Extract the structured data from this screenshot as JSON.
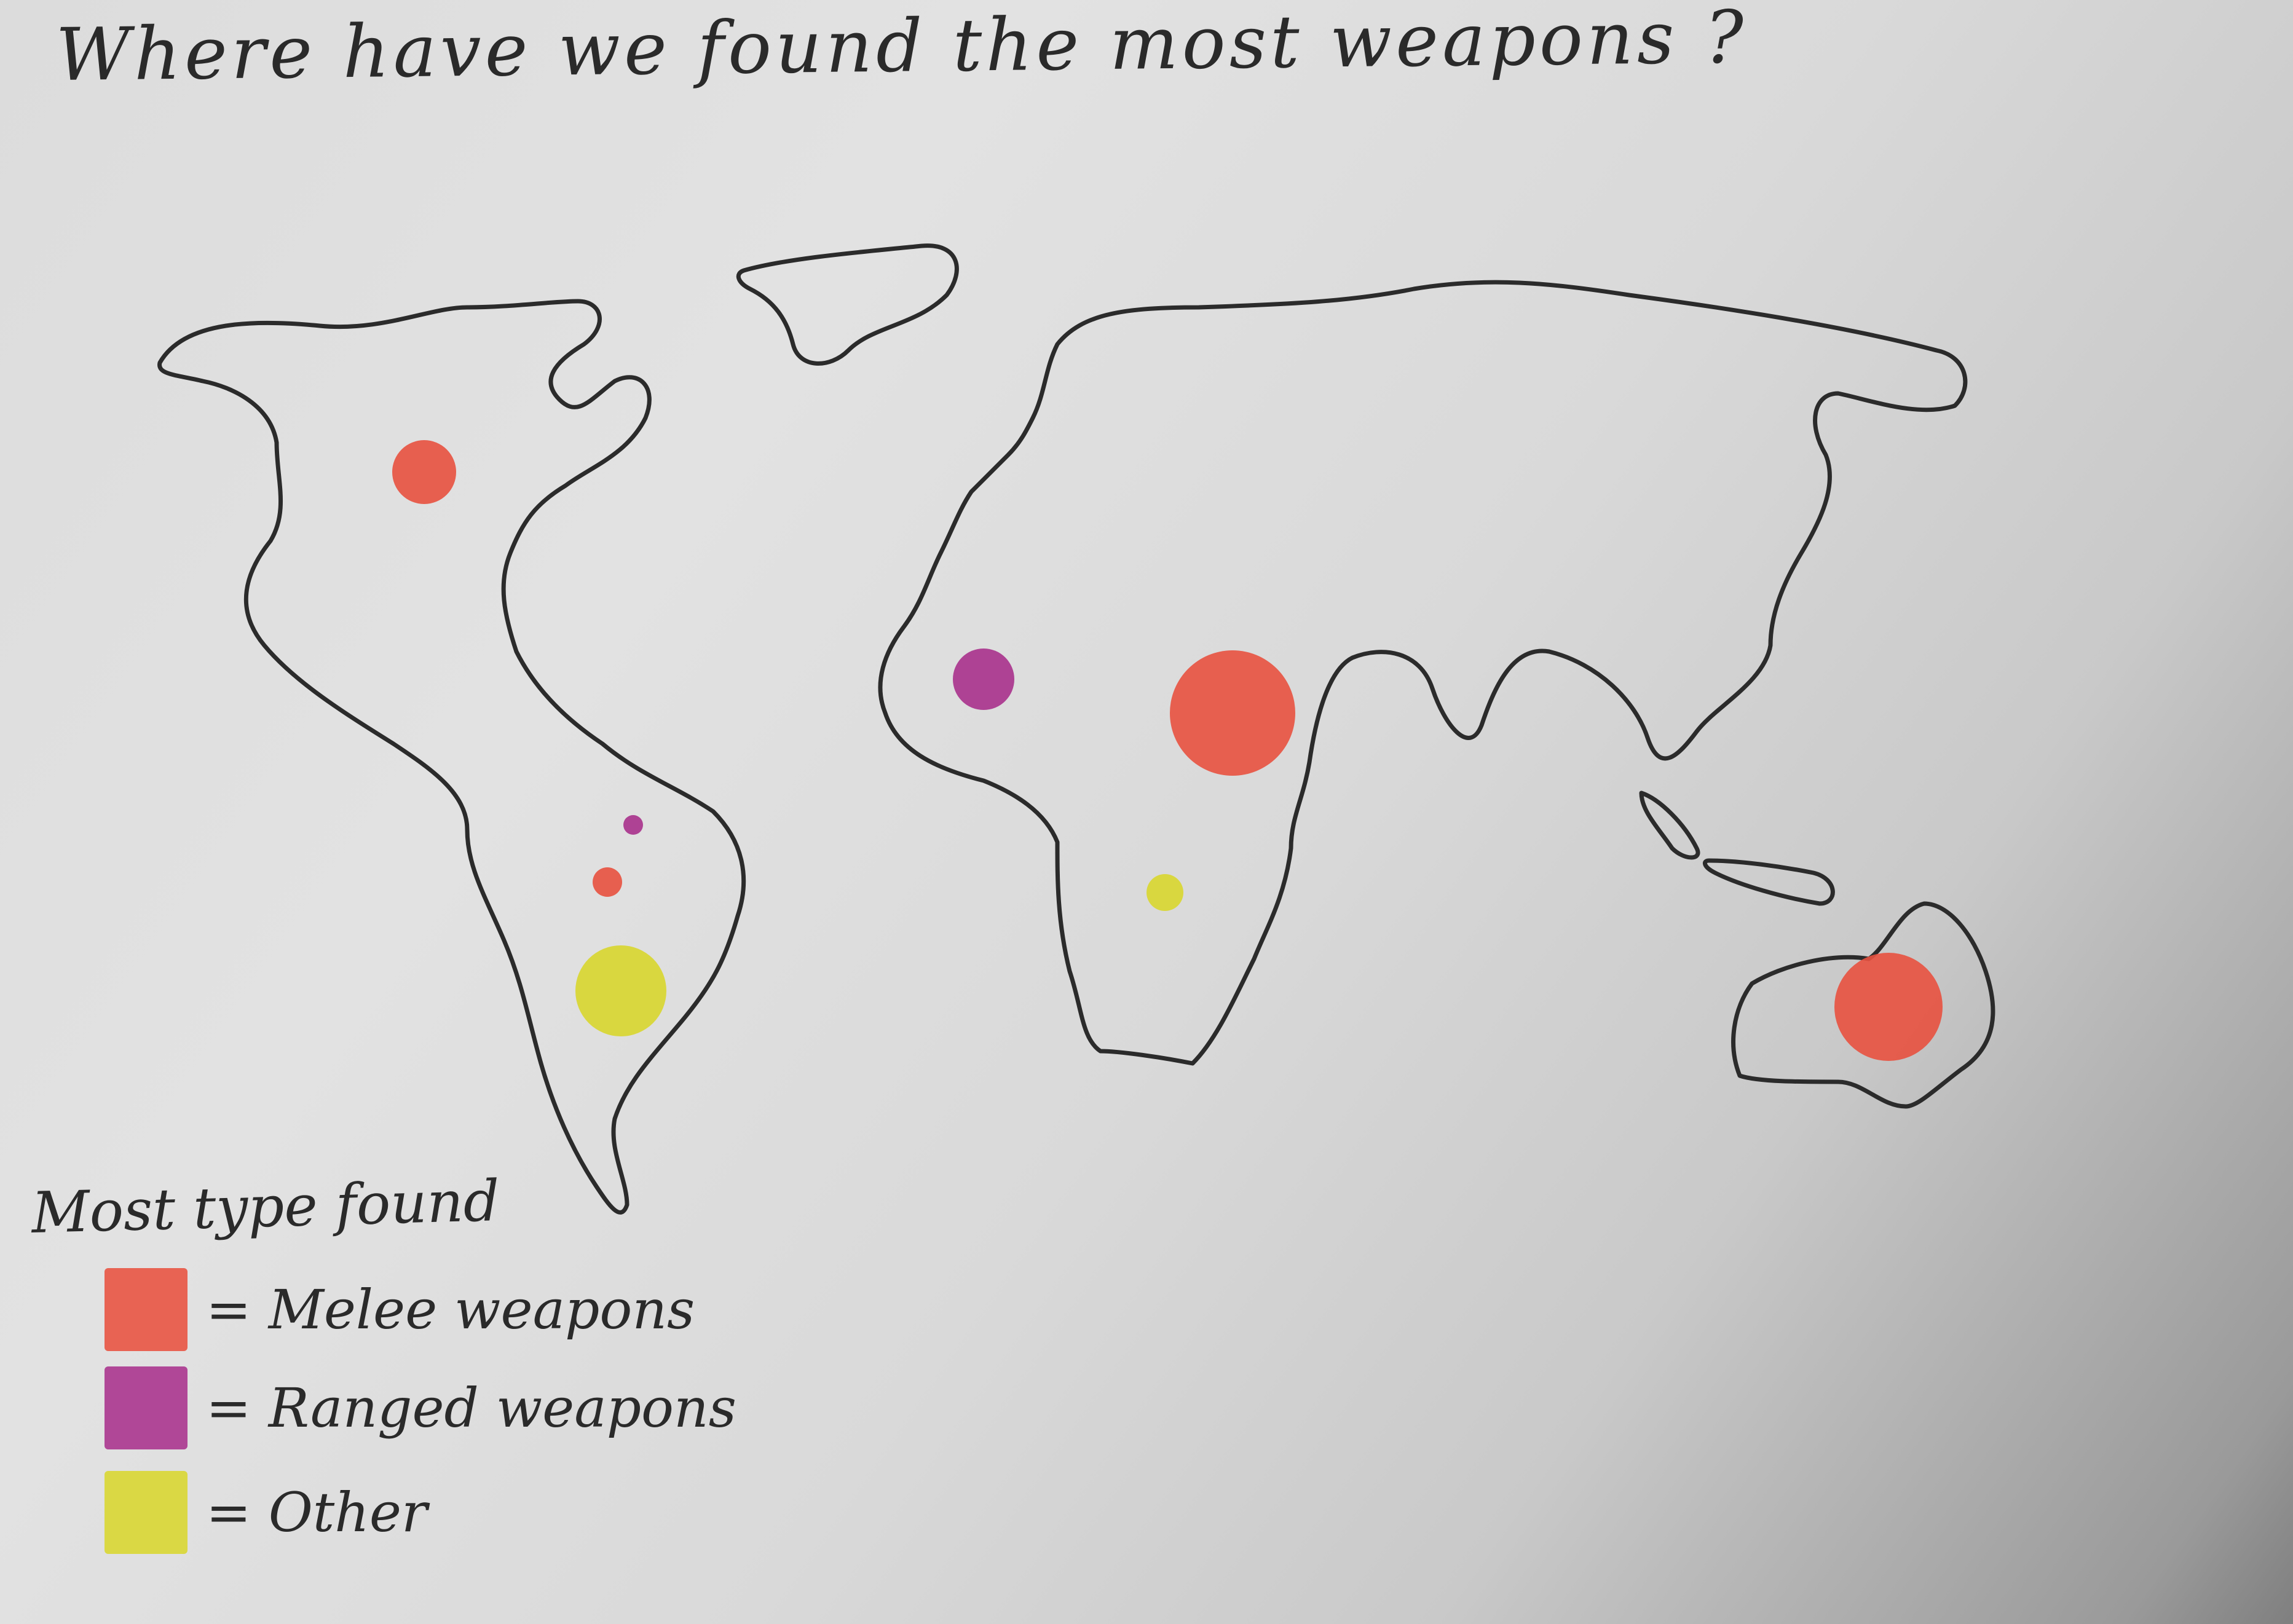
{
  "title": "Where have we found the most weapons ?",
  "legend": {
    "title": "Most type found",
    "items": [
      {
        "label": "= Melee weapons",
        "color": "#e8513f",
        "type": "melee"
      },
      {
        "label": "= Ranged weapons",
        "color": "#a8318c",
        "type": "ranged"
      },
      {
        "label": "= Other",
        "color": "#d8d62e",
        "type": "other"
      }
    ]
  },
  "markers": [
    {
      "region": "North America",
      "type": "melee",
      "size": "medium"
    },
    {
      "region": "South America (north)",
      "type": "ranged",
      "size": "tiny"
    },
    {
      "region": "South America (central)",
      "type": "melee",
      "size": "small"
    },
    {
      "region": "South America (south)",
      "type": "other",
      "size": "large"
    },
    {
      "region": "West Africa",
      "type": "ranged",
      "size": "small"
    },
    {
      "region": "Middle East",
      "type": "melee",
      "size": "large"
    },
    {
      "region": "Southern Africa",
      "type": "other",
      "size": "small"
    },
    {
      "region": "Australia",
      "type": "melee",
      "size": "large"
    }
  ],
  "colors": {
    "outline": "#2b2b2b",
    "paper": "#dcdcdc"
  }
}
